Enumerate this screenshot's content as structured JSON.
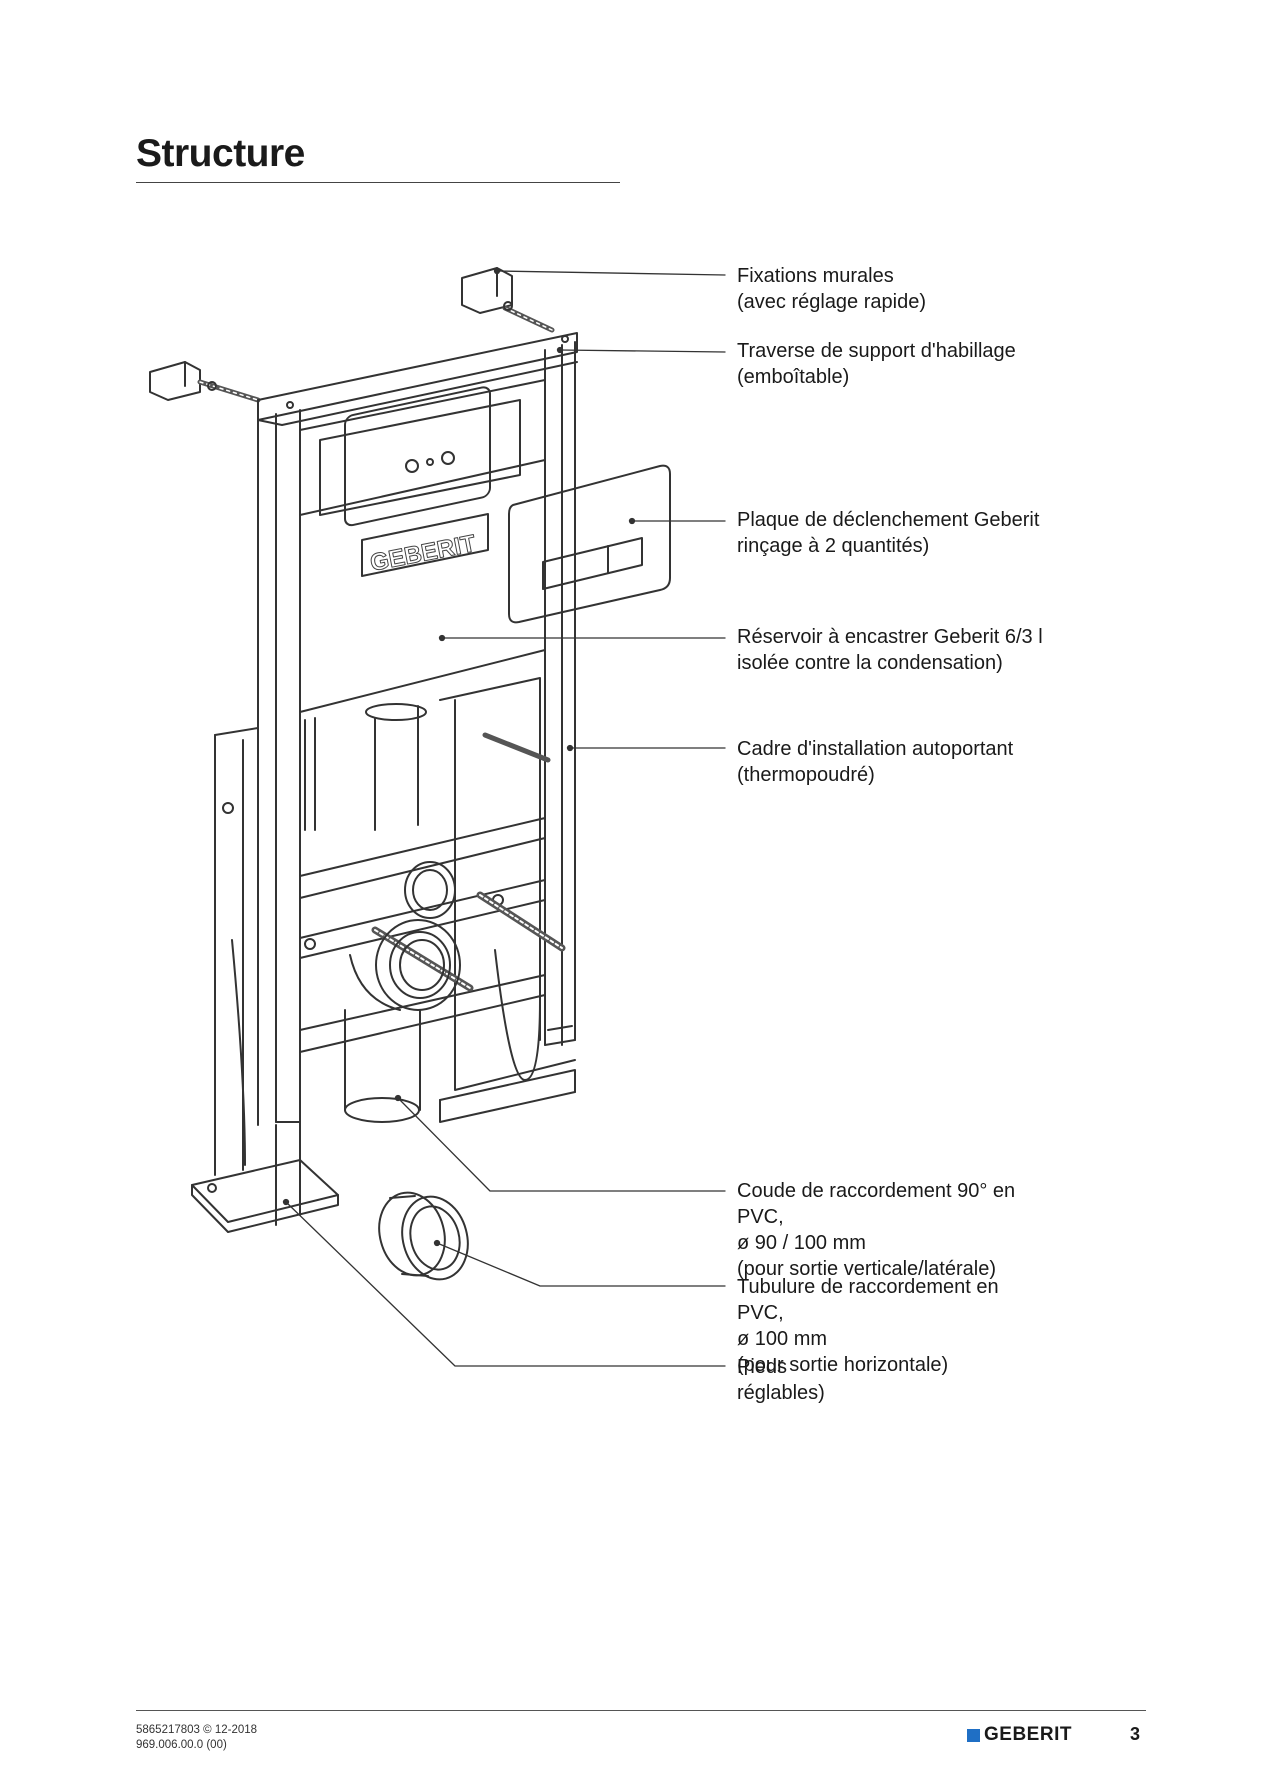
{
  "page": {
    "title": "Structure"
  },
  "callouts": [
    {
      "text": "Fixations murales\n(avec réglage rapide)"
    },
    {
      "text": "Traverse de support d'habillage\n(emboîtable)"
    },
    {
      "text": "Plaque de déclenchement Geberit\nrinçage à 2 quantités)"
    },
    {
      "text": "Réservoir à encastrer Geberit 6/3 l\nisolée contre la condensation)"
    },
    {
      "text": "Cadre d'installation autoportant\n(thermopoudré)"
    },
    {
      "text": "Coude de raccordement 90° en\nPVC,\nø 90 / 100 mm\n(pour sortie verticale/latérale)"
    },
    {
      "text": "Tubulure de raccordement en\nPVC,\nø 100 mm\n(pour sortie horizontale)"
    },
    {
      "text": "Pieds\nréglables)"
    }
  ],
  "figure": {
    "cistern_brand": "GEBERIT"
  },
  "footer": {
    "doc_code": "5865217803 © 12-2018",
    "ref_code": "969.006.00.0 (00)",
    "brand": "GEBERIT",
    "page_number": "3"
  },
  "colors": {
    "brand_blue": "#1f6fc5",
    "line": "#333333"
  }
}
